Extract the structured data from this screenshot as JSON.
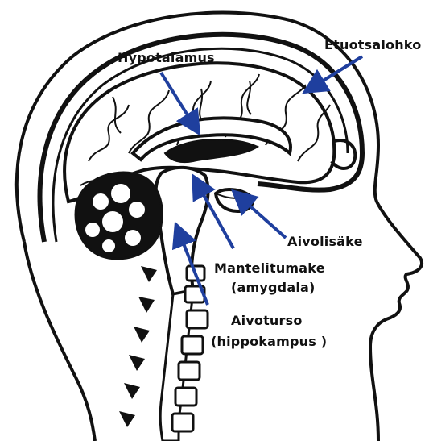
{
  "labels": {
    "hypotalamus": "Hypotalamus",
    "etuotsalohko": "Etuotsalohko",
    "aivolisake": "Aivolisäke",
    "mantelitumake": "Mantelitumake",
    "amygdala": "(amygdala)",
    "aivoturso": "Aivoturso",
    "hippokampus": "(hippokampus )"
  },
  "colors": {
    "arrow": "#1f3f9e",
    "line": "#111111",
    "background": "#ffffff"
  }
}
